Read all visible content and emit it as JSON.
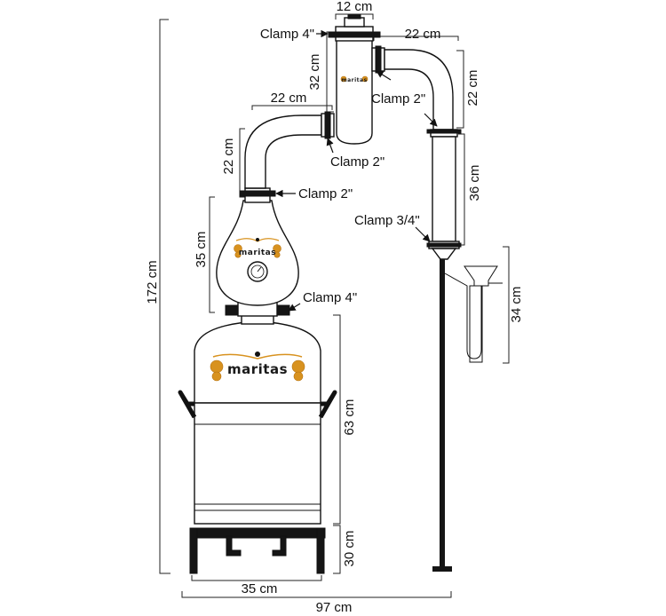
{
  "labels": {
    "top_width": "12 cm",
    "clamp_top": "Clamp 4\"",
    "column_height": "32 cm",
    "right_arm_width": "22 cm",
    "right_arm_drop": "22 cm",
    "clamp_right_upper": "Clamp 2\"",
    "left_arm_width": "22 cm",
    "left_arm_rise": "22 cm",
    "clamp_column_side": "Clamp 2\"",
    "clamp_helmet_top": "Clamp 2\"",
    "condenser_height": "36 cm",
    "clamp_condenser_bottom": "Clamp 3/4\"",
    "helmet_height": "35 cm",
    "clamp_pot": "Clamp 4\"",
    "parrot_height": "34 cm",
    "total_height": "172 cm",
    "pot_height": "63 cm",
    "stand_height": "30 cm",
    "stand_width": "35 cm",
    "total_width": "97 cm"
  },
  "logo": {
    "text": "maritas"
  },
  "colors": {
    "line": "#111111",
    "accent": "#d8921f"
  }
}
